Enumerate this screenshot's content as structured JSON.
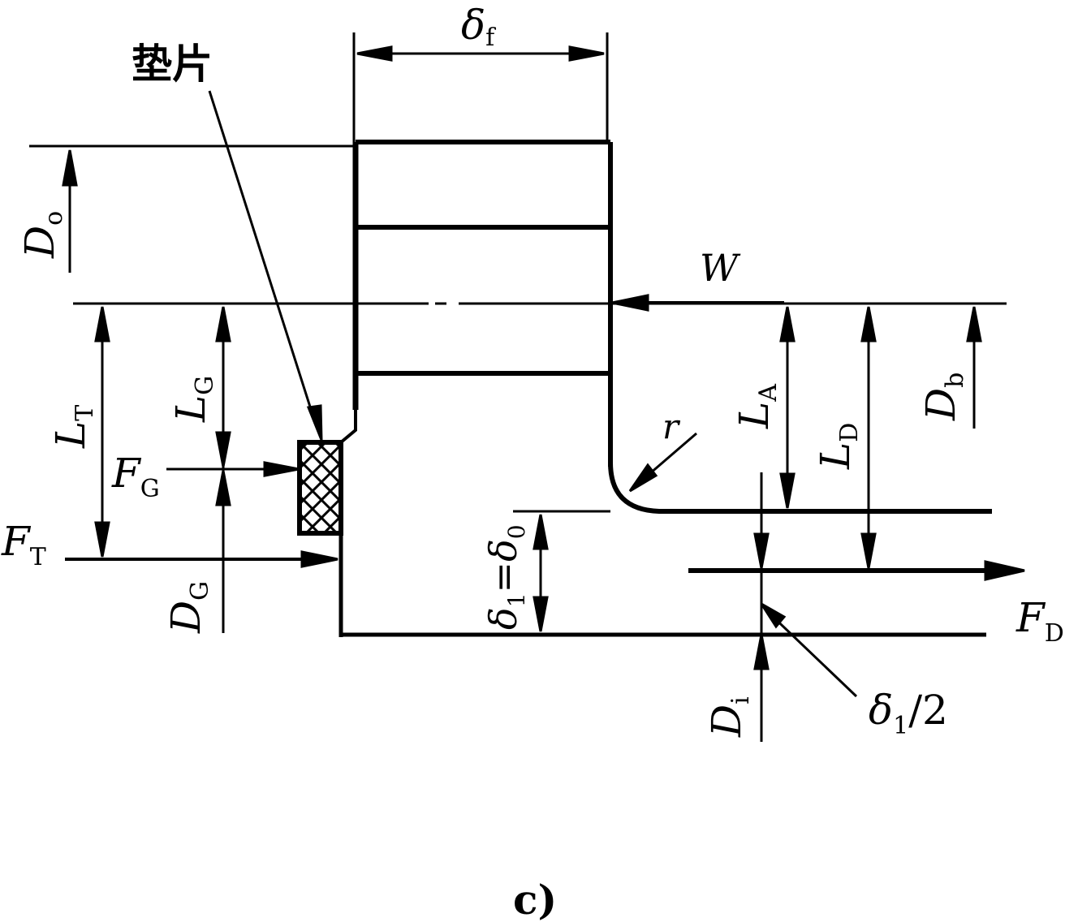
{
  "labels": {
    "gasket": "垫片",
    "delta_f": "δ",
    "delta_f_sub": "f",
    "D_o": "D",
    "D_o_sub": "o",
    "W": "W",
    "L_T": "L",
    "L_T_sub": "T",
    "L_G": "L",
    "L_G_sub": "G",
    "F_G": "F",
    "F_G_sub": "G",
    "F_T": "F",
    "F_T_sub": "T",
    "D_G": "D",
    "D_G_sub": "G",
    "r": "r",
    "L_A": "L",
    "L_A_sub": "A",
    "L_D": "L",
    "L_D_sub": "D",
    "D_b": "D",
    "D_b_sub": "b",
    "delta_eq_a": "δ",
    "delta_eq_a_sub": "1",
    "delta_eq_mid": "=",
    "delta_eq_b": "δ",
    "delta_eq_b_sub": "0",
    "F_D": "F",
    "F_D_sub": "D",
    "D_i": "D",
    "D_i_sub": "i",
    "delta_half": "δ",
    "delta_half_sub": "1",
    "delta_half_tail": "/2",
    "caption": "c)"
  }
}
